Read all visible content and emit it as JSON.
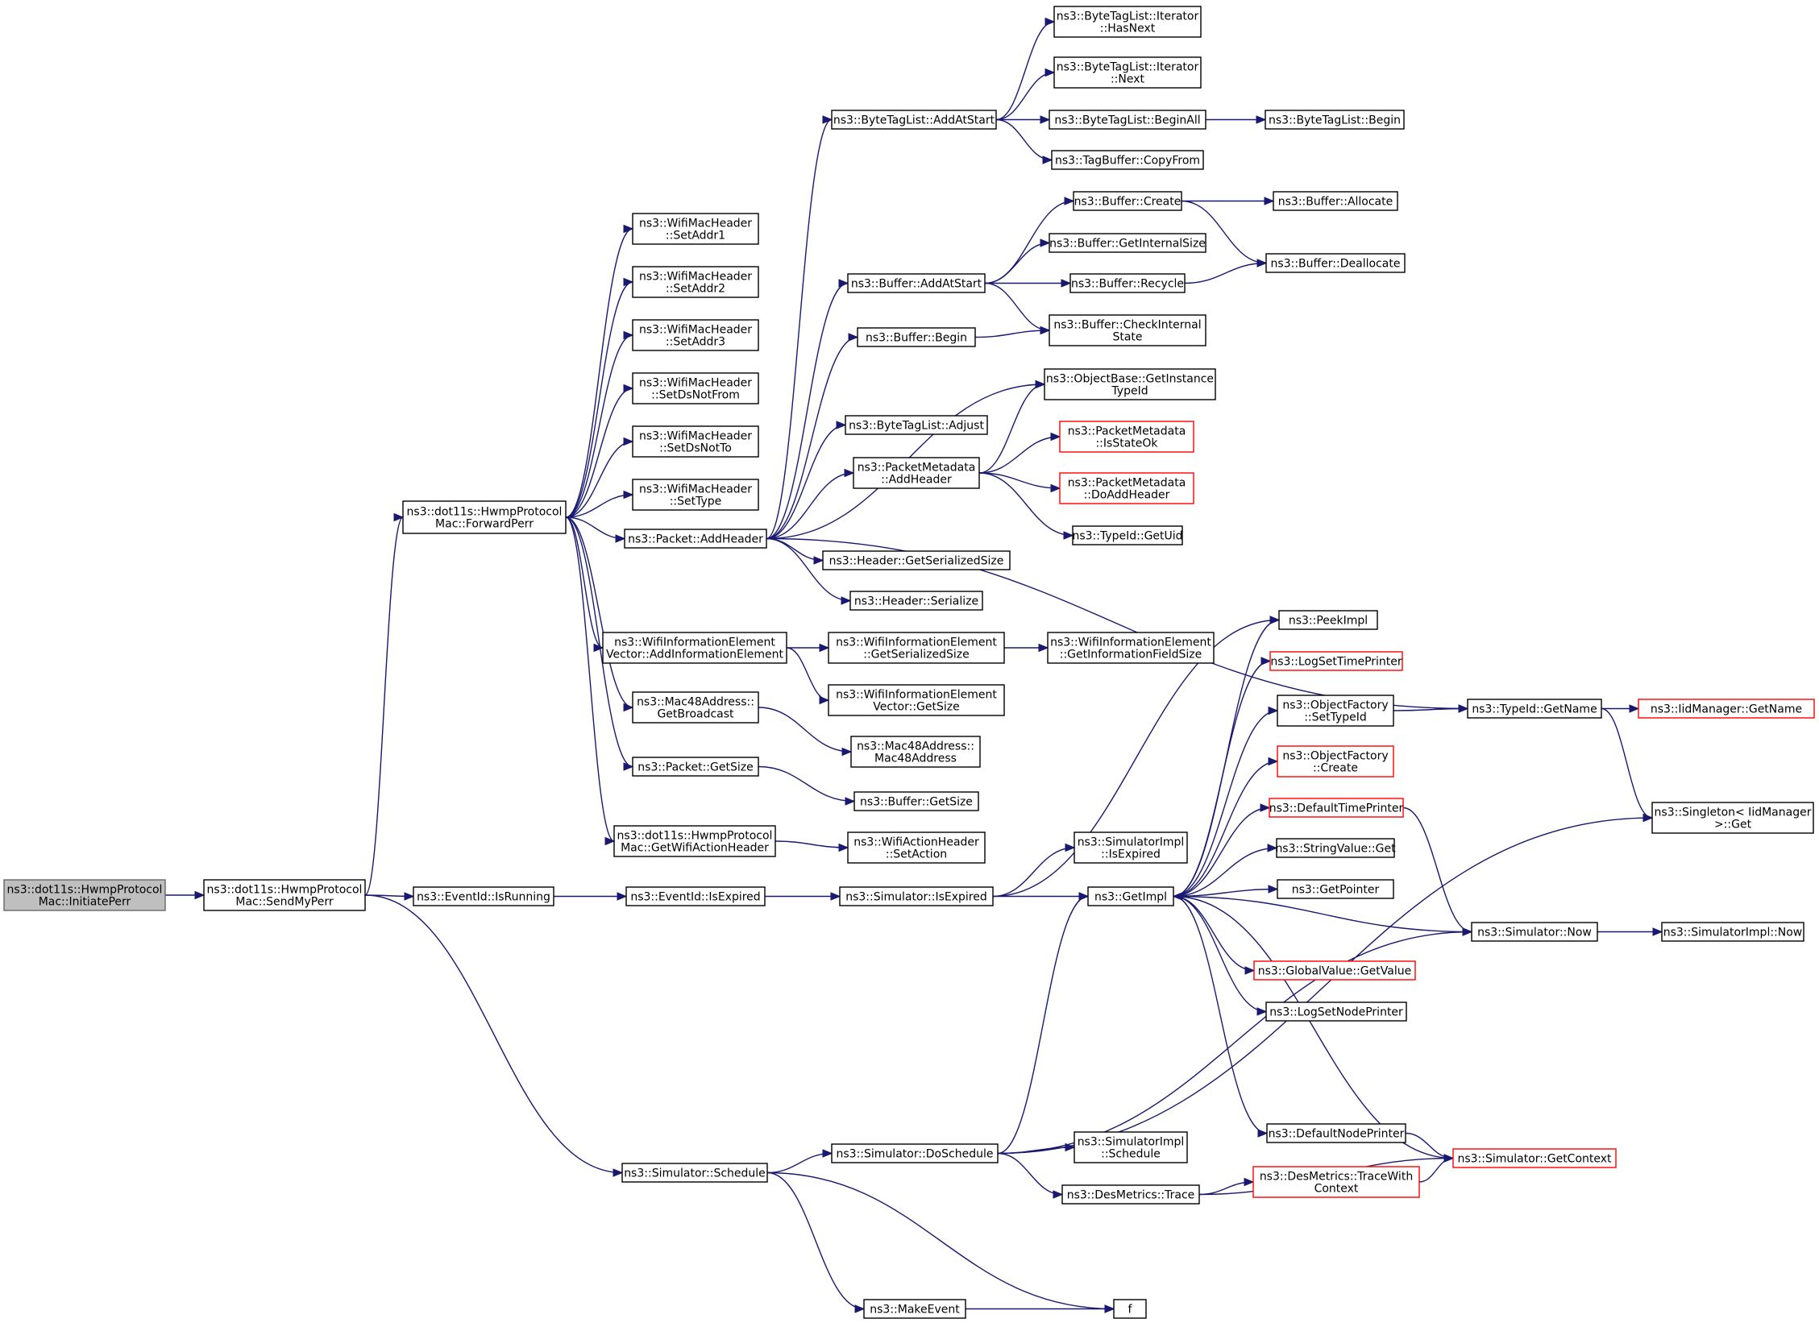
{
  "colors": {
    "edge": "#191970",
    "node_border": "#000000",
    "truncated_border": "#ff0000",
    "root_fill": "#bfbfbf",
    "background": "#ffffff"
  },
  "nodes": [
    {
      "id": "n0",
      "lines": [
        "ns3::dot11s::HwmpProtocol",
        "Mac::InitiatePerr"
      ],
      "root": true
    },
    {
      "id": "n1",
      "lines": [
        "ns3::dot11s::HwmpProtocol",
        "Mac::SendMyPerr"
      ]
    },
    {
      "id": "n2",
      "lines": [
        "ns3::dot11s::HwmpProtocol",
        "Mac::ForwardPerr"
      ]
    },
    {
      "id": "n3",
      "lines": [
        "ns3::EventId::IsRunning"
      ]
    },
    {
      "id": "n4",
      "lines": [
        "ns3::Simulator::Schedule"
      ]
    },
    {
      "id": "n5",
      "lines": [
        "ns3::WifiMacHeader",
        "::SetAddr1"
      ]
    },
    {
      "id": "n6",
      "lines": [
        "ns3::WifiMacHeader",
        "::SetAddr2"
      ]
    },
    {
      "id": "n7",
      "lines": [
        "ns3::WifiMacHeader",
        "::SetAddr3"
      ]
    },
    {
      "id": "n8",
      "lines": [
        "ns3::WifiMacHeader",
        "::SetDsNotFrom"
      ]
    },
    {
      "id": "n9",
      "lines": [
        "ns3::WifiMacHeader",
        "::SetDsNotTo"
      ]
    },
    {
      "id": "n10",
      "lines": [
        "ns3::WifiMacHeader",
        "::SetType"
      ]
    },
    {
      "id": "n11",
      "lines": [
        "ns3::Packet::AddHeader"
      ]
    },
    {
      "id": "n12",
      "lines": [
        "ns3::WifiInformationElement",
        "Vector::AddInformationElement"
      ]
    },
    {
      "id": "n13",
      "lines": [
        "ns3::Mac48Address::",
        "GetBroadcast"
      ]
    },
    {
      "id": "n14",
      "lines": [
        "ns3::Packet::GetSize"
      ]
    },
    {
      "id": "n15",
      "lines": [
        "ns3::dot11s::HwmpProtocol",
        "Mac::GetWifiActionHeader"
      ]
    },
    {
      "id": "n16",
      "lines": [
        "ns3::EventId::IsExpired"
      ]
    },
    {
      "id": "n17",
      "lines": [
        "ns3::ByteTagList::AddAtStart"
      ]
    },
    {
      "id": "n18",
      "lines": [
        "ns3::Buffer::AddAtStart"
      ]
    },
    {
      "id": "n19",
      "lines": [
        "ns3::Buffer::Begin"
      ]
    },
    {
      "id": "n20",
      "lines": [
        "ns3::ByteTagList::Adjust"
      ]
    },
    {
      "id": "n21",
      "lines": [
        "ns3::PacketMetadata",
        "::AddHeader"
      ]
    },
    {
      "id": "n22",
      "lines": [
        "ns3::Header::GetSerializedSize"
      ]
    },
    {
      "id": "n23",
      "lines": [
        "ns3::Header::Serialize"
      ]
    },
    {
      "id": "n24",
      "lines": [
        "ns3::WifiInformationElement",
        "::GetSerializedSize"
      ]
    },
    {
      "id": "n25",
      "lines": [
        "ns3::WifiInformationElement",
        "Vector::GetSize"
      ]
    },
    {
      "id": "n26",
      "lines": [
        "ns3::Mac48Address::",
        "Mac48Address"
      ]
    },
    {
      "id": "n27",
      "lines": [
        "ns3::Buffer::GetSize"
      ]
    },
    {
      "id": "n28",
      "lines": [
        "ns3::WifiActionHeader",
        "::SetAction"
      ]
    },
    {
      "id": "n29",
      "lines": [
        "ns3::Simulator::IsExpired"
      ]
    },
    {
      "id": "n30",
      "lines": [
        "ns3::Simulator::DoSchedule"
      ]
    },
    {
      "id": "n31",
      "lines": [
        "ns3::MakeEvent"
      ]
    },
    {
      "id": "n32",
      "lines": [
        "ns3::ByteTagList::Iterator",
        "::HasNext"
      ]
    },
    {
      "id": "n33",
      "lines": [
        "ns3::ByteTagList::Iterator",
        "::Next"
      ]
    },
    {
      "id": "n34",
      "lines": [
        "ns3::ByteTagList::BeginAll"
      ]
    },
    {
      "id": "n35",
      "lines": [
        "ns3::TagBuffer::CopyFrom"
      ]
    },
    {
      "id": "n36",
      "lines": [
        "ns3::Buffer::Create"
      ]
    },
    {
      "id": "n37",
      "lines": [
        "ns3::Buffer::GetInternalSize"
      ]
    },
    {
      "id": "n38",
      "lines": [
        "ns3::Buffer::Recycle"
      ]
    },
    {
      "id": "n39",
      "lines": [
        "ns3::Buffer::CheckInternal",
        "State"
      ]
    },
    {
      "id": "n40",
      "lines": [
        "ns3::ObjectBase::GetInstance",
        "TypeId"
      ]
    },
    {
      "id": "n41",
      "lines": [
        "ns3::PacketMetadata",
        "::IsStateOk"
      ],
      "truncated": true
    },
    {
      "id": "n42",
      "lines": [
        "ns3::PacketMetadata",
        "::DoAddHeader"
      ],
      "truncated": true
    },
    {
      "id": "n43",
      "lines": [
        "ns3::TypeId::GetUid"
      ]
    },
    {
      "id": "n44",
      "lines": [
        "ns3::WifiInformationElement",
        "::GetInformationFieldSize"
      ]
    },
    {
      "id": "n45",
      "lines": [
        "ns3::SimulatorImpl",
        "::IsExpired"
      ]
    },
    {
      "id": "n46",
      "lines": [
        "ns3::GetImpl"
      ]
    },
    {
      "id": "n47",
      "lines": [
        "ns3::SimulatorImpl",
        "::Schedule"
      ]
    },
    {
      "id": "n48",
      "lines": [
        "ns3::DesMetrics::Trace"
      ]
    },
    {
      "id": "n49",
      "lines": [
        "f"
      ]
    },
    {
      "id": "n50",
      "lines": [
        "ns3::ByteTagList::Begin"
      ]
    },
    {
      "id": "n51",
      "lines": [
        "ns3::Buffer::Allocate"
      ]
    },
    {
      "id": "n52",
      "lines": [
        "ns3::Buffer::Deallocate"
      ]
    },
    {
      "id": "n53",
      "lines": [
        "ns3::PeekImpl"
      ]
    },
    {
      "id": "n54",
      "lines": [
        "ns3::LogSetTimePrinter"
      ],
      "truncated": true
    },
    {
      "id": "n55",
      "lines": [
        "ns3::ObjectFactory",
        "::SetTypeId"
      ]
    },
    {
      "id": "n56",
      "lines": [
        "ns3::ObjectFactory",
        "::Create"
      ],
      "truncated": true
    },
    {
      "id": "n57",
      "lines": [
        "ns3::DefaultTimePrinter"
      ],
      "truncated": true
    },
    {
      "id": "n58",
      "lines": [
        "ns3::StringValue::Get"
      ]
    },
    {
      "id": "n59",
      "lines": [
        "ns3::GetPointer"
      ]
    },
    {
      "id": "n60",
      "lines": [
        "ns3::GlobalValue::GetValue"
      ],
      "truncated": true
    },
    {
      "id": "n61",
      "lines": [
        "ns3::LogSetNodePrinter"
      ]
    },
    {
      "id": "n62",
      "lines": [
        "ns3::DefaultNodePrinter"
      ]
    },
    {
      "id": "n63",
      "lines": [
        "ns3::DesMetrics::TraceWith",
        "Context"
      ],
      "truncated": true
    },
    {
      "id": "n64",
      "lines": [
        "ns3::TypeId::GetName"
      ]
    },
    {
      "id": "n65",
      "lines": [
        "ns3::Simulator::Now"
      ]
    },
    {
      "id": "n66",
      "lines": [
        "ns3::Simulator::GetContext"
      ],
      "truncated": true
    },
    {
      "id": "n67",
      "lines": [
        "ns3::IidManager::GetName"
      ],
      "truncated": true
    },
    {
      "id": "n68",
      "lines": [
        "ns3::Singleton< IidManager",
        ">::Get"
      ]
    },
    {
      "id": "n69",
      "lines": [
        "ns3::SimulatorImpl::Now"
      ]
    }
  ],
  "edges": [
    [
      "n0",
      "n1"
    ],
    [
      "n1",
      "n2"
    ],
    [
      "n1",
      "n3"
    ],
    [
      "n1",
      "n4"
    ],
    [
      "n2",
      "n5"
    ],
    [
      "n2",
      "n6"
    ],
    [
      "n2",
      "n7"
    ],
    [
      "n2",
      "n8"
    ],
    [
      "n2",
      "n9"
    ],
    [
      "n2",
      "n10"
    ],
    [
      "n2",
      "n11"
    ],
    [
      "n2",
      "n12"
    ],
    [
      "n2",
      "n13"
    ],
    [
      "n2",
      "n14"
    ],
    [
      "n2",
      "n15"
    ],
    [
      "n3",
      "n16"
    ],
    [
      "n16",
      "n29"
    ],
    [
      "n29",
      "n45"
    ],
    [
      "n29",
      "n46"
    ],
    [
      "n29",
      "n53"
    ],
    [
      "n11",
      "n17"
    ],
    [
      "n11",
      "n18"
    ],
    [
      "n11",
      "n19"
    ],
    [
      "n11",
      "n40"
    ],
    [
      "n11",
      "n20"
    ],
    [
      "n11",
      "n21"
    ],
    [
      "n11",
      "n22"
    ],
    [
      "n11",
      "n23"
    ],
    [
      "n11",
      "n64"
    ],
    [
      "n17",
      "n32"
    ],
    [
      "n17",
      "n33"
    ],
    [
      "n17",
      "n34"
    ],
    [
      "n17",
      "n35"
    ],
    [
      "n34",
      "n50"
    ],
    [
      "n18",
      "n36"
    ],
    [
      "n18",
      "n37"
    ],
    [
      "n18",
      "n38"
    ],
    [
      "n18",
      "n39"
    ],
    [
      "n36",
      "n51"
    ],
    [
      "n36",
      "n52"
    ],
    [
      "n38",
      "n52"
    ],
    [
      "n19",
      "n39"
    ],
    [
      "n21",
      "n40"
    ],
    [
      "n21",
      "n41"
    ],
    [
      "n21",
      "n42"
    ],
    [
      "n21",
      "n43"
    ],
    [
      "n12",
      "n24"
    ],
    [
      "n12",
      "n25"
    ],
    [
      "n24",
      "n44"
    ],
    [
      "n13",
      "n26"
    ],
    [
      "n14",
      "n27"
    ],
    [
      "n15",
      "n28"
    ],
    [
      "n4",
      "n30"
    ],
    [
      "n4",
      "n31"
    ],
    [
      "n4",
      "n49"
    ],
    [
      "n31",
      "n49"
    ],
    [
      "n30",
      "n46"
    ],
    [
      "n30",
      "n47"
    ],
    [
      "n30",
      "n48"
    ],
    [
      "n30",
      "n65"
    ],
    [
      "n30",
      "n68"
    ],
    [
      "n48",
      "n63"
    ],
    [
      "n48",
      "n66"
    ],
    [
      "n63",
      "n66"
    ],
    [
      "n46",
      "n53"
    ],
    [
      "n46",
      "n54"
    ],
    [
      "n46",
      "n55"
    ],
    [
      "n46",
      "n56"
    ],
    [
      "n46",
      "n57"
    ],
    [
      "n46",
      "n58"
    ],
    [
      "n46",
      "n59"
    ],
    [
      "n46",
      "n60"
    ],
    [
      "n46",
      "n61"
    ],
    [
      "n46",
      "n62"
    ],
    [
      "n62",
      "n66"
    ],
    [
      "n66",
      "n46"
    ],
    [
      "n65",
      "n46"
    ],
    [
      "n65",
      "n69"
    ],
    [
      "n57",
      "n65"
    ],
    [
      "n55",
      "n64"
    ],
    [
      "n64",
      "n67"
    ],
    [
      "n64",
      "n68"
    ]
  ]
}
